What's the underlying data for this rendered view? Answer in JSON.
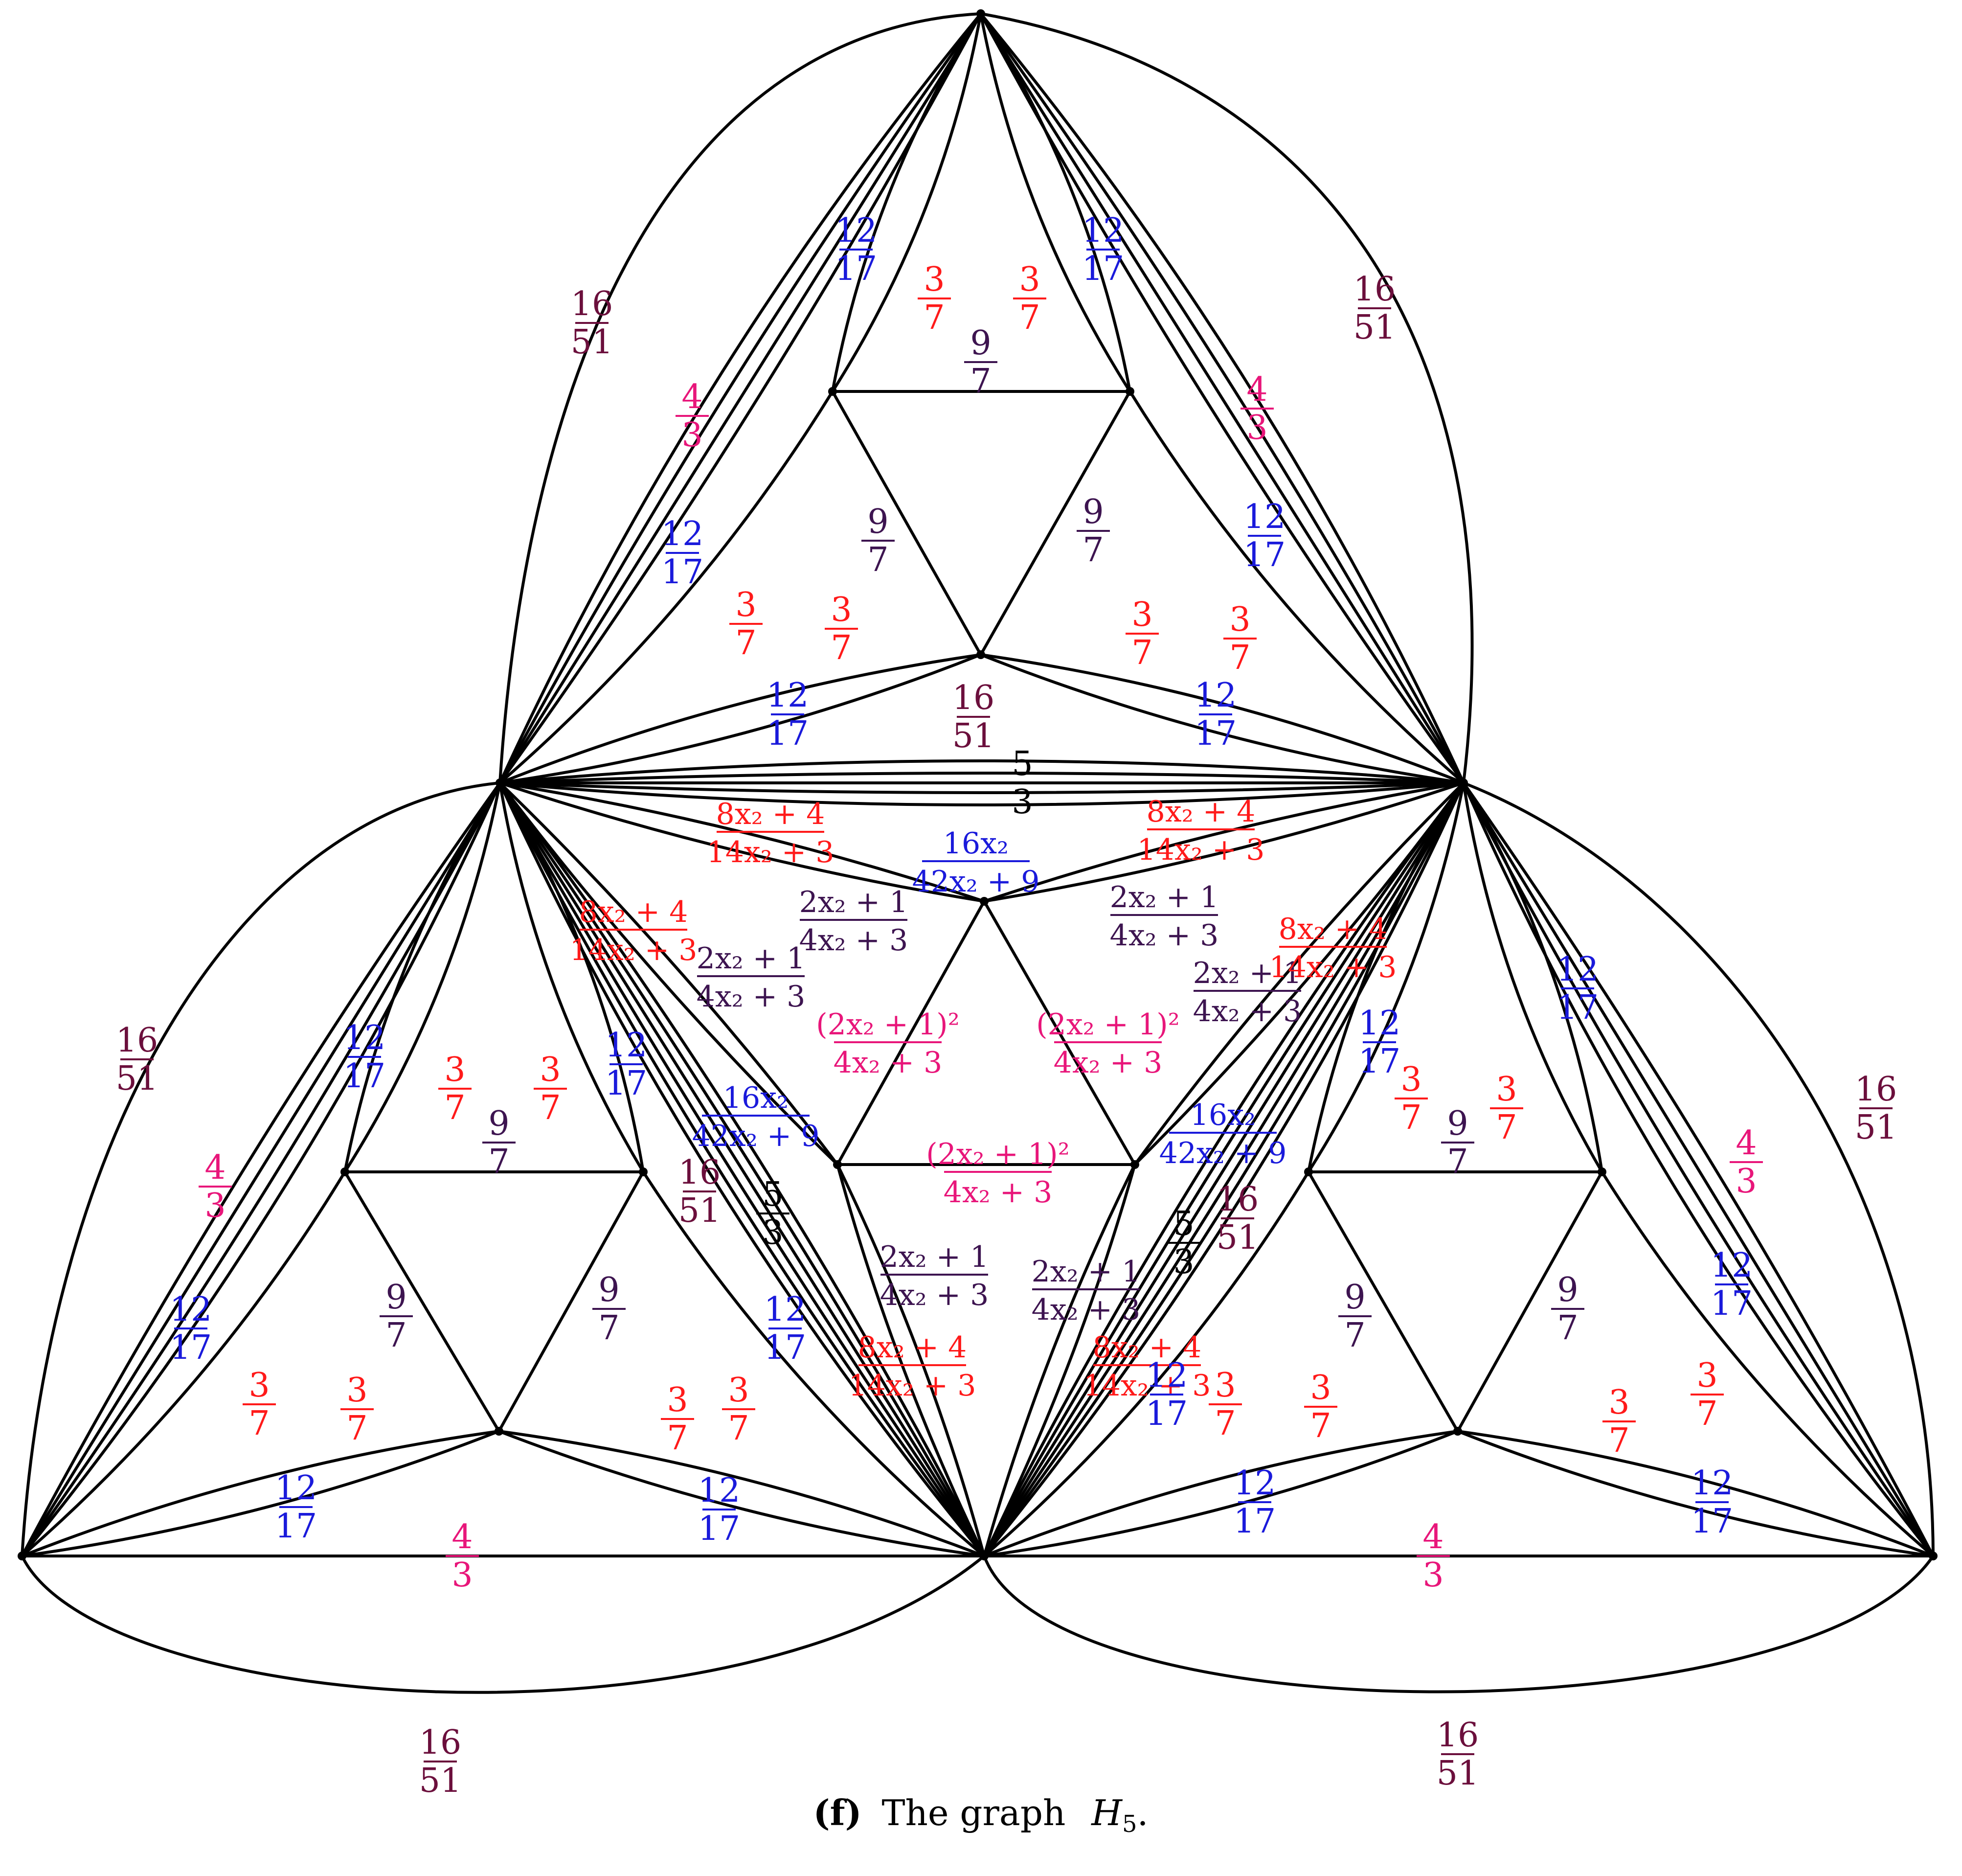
{
  "colors": {
    "edge": "#000000",
    "orange_red": "#ff1a1a",
    "blue": "#1a1adb",
    "maroon": "#6b0f3c",
    "pink": "#e8167a",
    "purple": "#3d1450",
    "black": "#000000"
  },
  "caption": {
    "letter": "(f)",
    "text": "The graph",
    "symbol": "H",
    "subscript": "5",
    "period": "."
  },
  "labels": [
    {
      "id": "top-outer-left",
      "num": "16",
      "den": "51",
      "color": "maroon"
    },
    {
      "id": "top-outer-right",
      "num": "16",
      "den": "51",
      "color": "maroon"
    },
    {
      "id": "top-left-pink",
      "num": "4",
      "den": "3",
      "color": "pink"
    },
    {
      "id": "top-right-pink",
      "num": "4",
      "den": "3",
      "color": "pink"
    },
    {
      "id": "top-apex-left-blue",
      "num": "12",
      "den": "17",
      "color": "blue"
    },
    {
      "id": "top-apex-right-blue",
      "num": "12",
      "den": "17",
      "color": "blue"
    },
    {
      "id": "top-apex-left-red",
      "num": "3",
      "den": "7",
      "color": "orange_red"
    },
    {
      "id": "top-apex-right-red",
      "num": "3",
      "den": "7",
      "color": "orange_red"
    },
    {
      "id": "top-inner-top",
      "num": "9",
      "den": "7",
      "color": "purple"
    },
    {
      "id": "top-inner-left",
      "num": "9",
      "den": "7",
      "color": "purple"
    },
    {
      "id": "top-inner-right",
      "num": "9",
      "den": "7",
      "color": "purple"
    },
    {
      "id": "top-left-blue",
      "num": "12",
      "den": "17",
      "color": "blue"
    },
    {
      "id": "top-right-blue",
      "num": "12",
      "den": "17",
      "color": "blue"
    },
    {
      "id": "top-lower-red-1",
      "num": "3",
      "den": "7",
      "color": "orange_red"
    },
    {
      "id": "top-lower-red-2",
      "num": "3",
      "den": "7",
      "color": "orange_red"
    },
    {
      "id": "top-lower-red-3",
      "num": "3",
      "den": "7",
      "color": "orange_red"
    },
    {
      "id": "top-lower-red-4",
      "num": "3",
      "den": "7",
      "color": "orange_red"
    },
    {
      "id": "top-bottom-left-blue",
      "num": "12",
      "den": "17",
      "color": "blue"
    },
    {
      "id": "top-bottom-right-blue",
      "num": "12",
      "den": "17",
      "color": "blue"
    },
    {
      "id": "top-bottom-maroon",
      "num": "16",
      "den": "51",
      "color": "maroon"
    },
    {
      "id": "center-top-five-thirds",
      "num": "5",
      "den": "3",
      "color": "black"
    },
    {
      "id": "center-left-red",
      "num": "8x₂ + 4",
      "den": "14x₂ + 3",
      "color": "orange_red",
      "long": true
    },
    {
      "id": "center-right-red",
      "num": "8x₂ + 4",
      "den": "14x₂ + 3",
      "color": "orange_red",
      "long": true
    },
    {
      "id": "center-top-blue",
      "num": "16x₂",
      "den": "42x₂ + 9",
      "color": "blue",
      "long": true
    },
    {
      "id": "center-top-left-purple",
      "num": "2x₂ + 1",
      "den": "4x₂ + 3",
      "color": "purple",
      "long": true
    },
    {
      "id": "center-top-right-purple",
      "num": "2x₂ + 1",
      "den": "4x₂ + 3",
      "color": "purple",
      "long": true
    },
    {
      "id": "center-left-red-2",
      "num": "8x₂ + 4",
      "den": "14x₂ + 3",
      "color": "orange_red",
      "long": true
    },
    {
      "id": "center-left-purple-2",
      "num": "2x₂ + 1",
      "den": "4x₂ + 3",
      "color": "purple",
      "long": true
    },
    {
      "id": "center-right-purple-2",
      "num": "2x₂ + 1",
      "den": "4x₂ + 3",
      "color": "purple",
      "long": true
    },
    {
      "id": "center-right-red-2",
      "num": "8x₂ + 4",
      "den": "14x₂ + 3",
      "color": "orange_red",
      "long": true
    },
    {
      "id": "center-inner-left-pink",
      "num": "(2x₂ + 1)²",
      "den": "4x₂ + 3",
      "color": "pink",
      "long": true
    },
    {
      "id": "center-inner-right-pink",
      "num": "(2x₂ + 1)²",
      "den": "4x₂ + 3",
      "color": "pink",
      "long": true
    },
    {
      "id": "center-inner-bottom-pink",
      "num": "(2x₂ + 1)²",
      "den": "4x₂ + 3",
      "color": "pink",
      "long": true
    },
    {
      "id": "center-left-blue-2",
      "num": "16x₂",
      "den": "42x₂ + 9",
      "color": "blue",
      "long": true
    },
    {
      "id": "center-right-blue-2",
      "num": "16x₂",
      "den": "42x₂ + 9",
      "color": "blue",
      "long": true
    },
    {
      "id": "center-left-five-thirds",
      "num": "5",
      "den": "3",
      "color": "black"
    },
    {
      "id": "center-right-five-thirds",
      "num": "5",
      "den": "3",
      "color": "black"
    },
    {
      "id": "center-left-maroon",
      "num": "16",
      "den": "51",
      "color": "maroon"
    },
    {
      "id": "center-right-maroon",
      "num": "16",
      "den": "51",
      "color": "maroon"
    },
    {
      "id": "center-bottom-left-purple",
      "num": "2x₂ + 1",
      "den": "4x₂ + 3",
      "color": "purple",
      "long": true
    },
    {
      "id": "center-bottom-right-purple",
      "num": "2x₂ + 1",
      "den": "4x₂ + 3",
      "color": "purple",
      "long": true
    },
    {
      "id": "center-bottom-left-red",
      "num": "8x₂ + 4",
      "den": "14x₂ + 3",
      "color": "orange_red",
      "long": true
    },
    {
      "id": "center-bottom-right-red",
      "num": "8x₂ + 4",
      "den": "14x₂ + 3",
      "color": "orange_red",
      "long": true
    },
    {
      "id": "left-outer-maroon",
      "num": "16",
      "den": "51",
      "color": "maroon"
    },
    {
      "id": "left-outer-pink",
      "num": "4",
      "den": "3",
      "color": "pink"
    },
    {
      "id": "left-upper-blue",
      "num": "12",
      "den": "17",
      "color": "blue"
    },
    {
      "id": "left-apex-red-1",
      "num": "3",
      "den": "7",
      "color": "orange_red"
    },
    {
      "id": "left-apex-red-2",
      "num": "3",
      "den": "7",
      "color": "orange_red"
    },
    {
      "id": "left-apex-blue-2",
      "num": "12",
      "den": "17",
      "color": "blue"
    },
    {
      "id": "left-inner-top",
      "num": "9",
      "den": "7",
      "color": "purple"
    },
    {
      "id": "left-inner-left",
      "num": "9",
      "den": "7",
      "color": "purple"
    },
    {
      "id": "left-inner-right",
      "num": "9",
      "den": "7",
      "color": "purple"
    },
    {
      "id": "left-lower-blue",
      "num": "12",
      "den": "17",
      "color": "blue"
    },
    {
      "id": "left-right-blue",
      "num": "12",
      "den": "17",
      "color": "blue"
    },
    {
      "id": "left-lower-red-1",
      "num": "3",
      "den": "7",
      "color": "orange_red"
    },
    {
      "id": "left-lower-red-2",
      "num": "3",
      "den": "7",
      "color": "orange_red"
    },
    {
      "id": "left-lower-red-3",
      "num": "3",
      "den": "7",
      "color": "orange_red"
    },
    {
      "id": "left-lower-red-4",
      "num": "3",
      "den": "7",
      "color": "orange_red"
    },
    {
      "id": "left-bottom-blue-1",
      "num": "12",
      "den": "17",
      "color": "blue"
    },
    {
      "id": "left-bottom-blue-2",
      "num": "12",
      "den": "17",
      "color": "blue"
    },
    {
      "id": "left-bottom-pink",
      "num": "4",
      "den": "3",
      "color": "pink"
    },
    {
      "id": "left-bottom-outer-maroon",
      "num": "16",
      "den": "51",
      "color": "maroon"
    },
    {
      "id": "right-outer-maroon",
      "num": "16",
      "den": "51",
      "color": "maroon"
    },
    {
      "id": "right-outer-pink",
      "num": "4",
      "den": "3",
      "color": "pink"
    },
    {
      "id": "right-upper-blue",
      "num": "12",
      "den": "17",
      "color": "blue"
    },
    {
      "id": "right-apex-blue-2",
      "num": "12",
      "den": "17",
      "color": "blue"
    },
    {
      "id": "right-apex-red-1",
      "num": "3",
      "den": "7",
      "color": "orange_red"
    },
    {
      "id": "right-apex-red-2",
      "num": "3",
      "den": "7",
      "color": "orange_red"
    },
    {
      "id": "right-inner-top",
      "num": "9",
      "den": "7",
      "color": "purple"
    },
    {
      "id": "right-inner-left",
      "num": "9",
      "den": "7",
      "color": "purple"
    },
    {
      "id": "right-inner-right",
      "num": "9",
      "den": "7",
      "color": "purple"
    },
    {
      "id": "right-lower-blue",
      "num": "12",
      "den": "17",
      "color": "blue"
    },
    {
      "id": "right-left-blue",
      "num": "12",
      "den": "17",
      "color": "blue"
    },
    {
      "id": "right-lower-red-1",
      "num": "3",
      "den": "7",
      "color": "orange_red"
    },
    {
      "id": "right-lower-red-2",
      "num": "3",
      "den": "7",
      "color": "orange_red"
    },
    {
      "id": "right-lower-red-3",
      "num": "3",
      "den": "7",
      "color": "orange_red"
    },
    {
      "id": "right-lower-red-4",
      "num": "3",
      "den": "7",
      "color": "orange_red"
    },
    {
      "id": "right-bottom-blue-1",
      "num": "12",
      "den": "17",
      "color": "blue"
    },
    {
      "id": "right-bottom-blue-2",
      "num": "12",
      "den": "17",
      "color": "blue"
    },
    {
      "id": "right-bottom-pink",
      "num": "4",
      "den": "3",
      "color": "pink"
    },
    {
      "id": "right-bottom-outer-maroon",
      "num": "16",
      "den": "51",
      "color": "maroon"
    }
  ]
}
